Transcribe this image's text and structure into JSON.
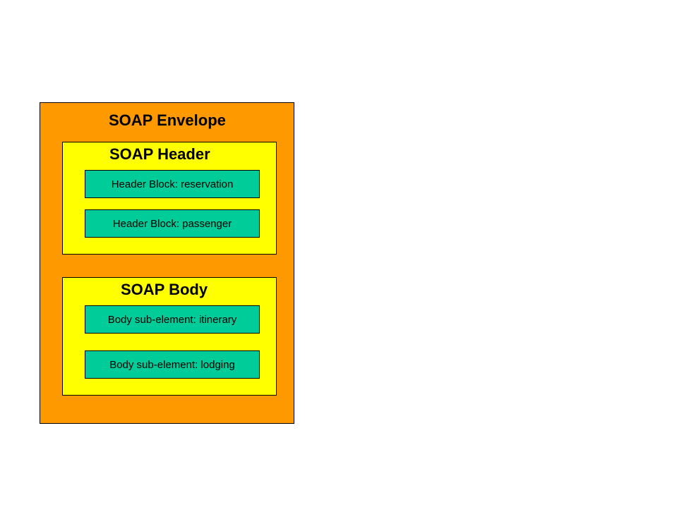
{
  "colors": {
    "envelope": "#FF9900",
    "section": "#FFFF00",
    "block": "#00CC99"
  },
  "envelope": {
    "title": "SOAP Envelope",
    "header": {
      "title": "SOAP Header",
      "blocks": [
        "Header Block: reservation",
        "Header Block: passenger"
      ]
    },
    "body": {
      "title": "SOAP Body",
      "blocks": [
        "Body sub-element: itinerary",
        "Body sub-element: lodging"
      ]
    }
  }
}
